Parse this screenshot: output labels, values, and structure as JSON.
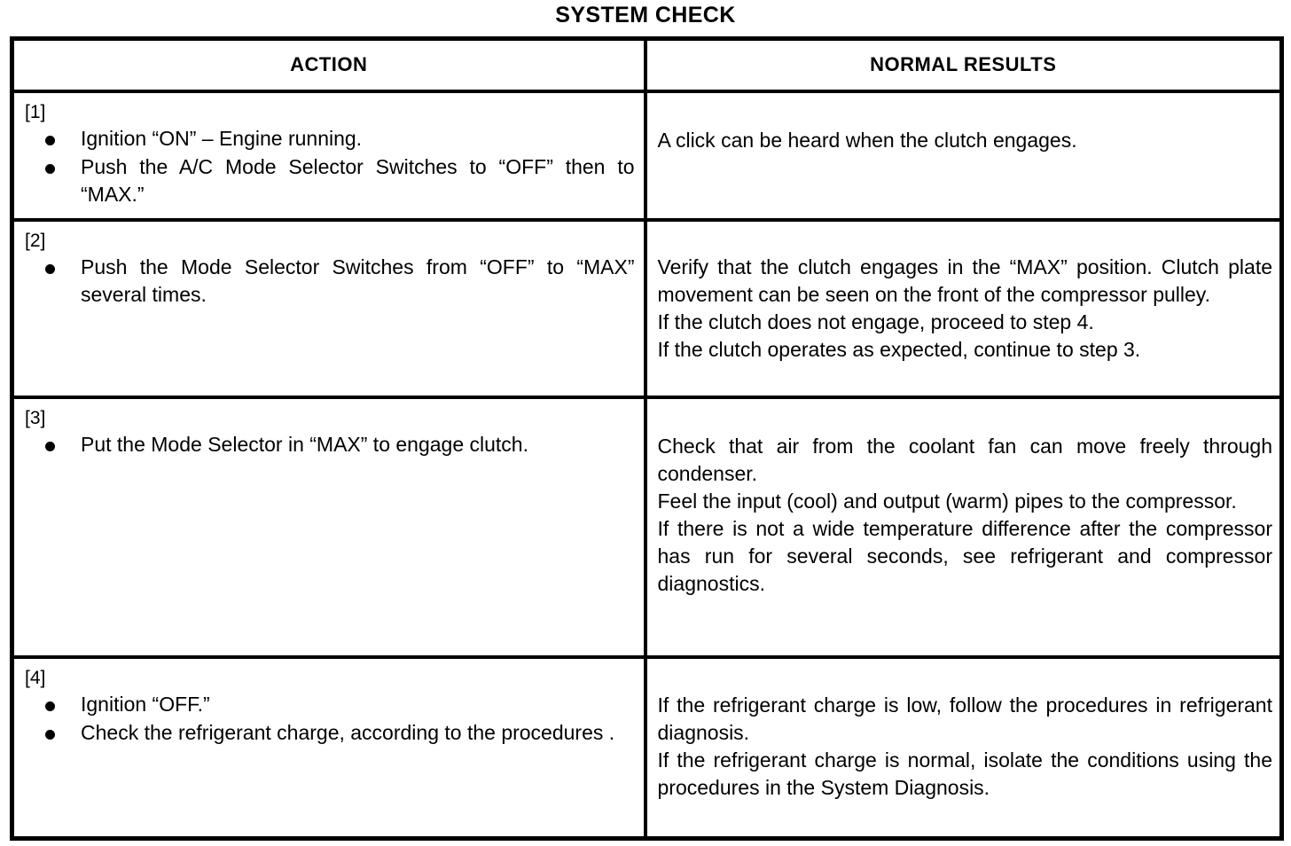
{
  "document": {
    "title": "SYSTEM CHECK"
  },
  "table": {
    "headers": {
      "action": "ACTION",
      "results": "NORMAL RESULTS"
    },
    "rows": [
      {
        "step": "[1]",
        "action_bullets": [
          "Ignition “ON” – Engine running.",
          "Push the A/C Mode Selector Switches to “OFF” then to “MAX.”"
        ],
        "result_lines": [
          "A click can be heard when the clutch engages."
        ]
      },
      {
        "step": "[2]",
        "action_bullets": [
          "Push the Mode Selector Switches from “OFF” to “MAX” several times."
        ],
        "result_lines": [
          "Verify that the clutch engages in the “MAX” position. Clutch plate movement can be seen on the front of the compressor pulley.",
          "If the clutch does not engage, proceed  to step 4.",
          "If the clutch operates as expected, continue to step 3."
        ]
      },
      {
        "step": "[3]",
        "action_bullets": [
          "Put the Mode Selector in “MAX” to engage clutch."
        ],
        "result_lines": [
          "Check that air from the coolant fan can move freely through condenser.",
          "Feel the input (cool) and output (warm) pipes to the compressor.",
          "If there is not a wide temperature difference after the compressor has run for several seconds, see refrigerant and compressor diagnostics."
        ]
      },
      {
        "step": "[4]",
        "action_bullets": [
          "Ignition “OFF.”",
          "Check the refrigerant charge, according to the procedures ."
        ],
        "result_lines": [
          "If the refrigerant charge is low, follow the procedures in refrigerant diagnosis.",
          "If the refrigerant charge is normal, isolate the conditions using the procedures in the System Diagnosis."
        ]
      }
    ]
  }
}
